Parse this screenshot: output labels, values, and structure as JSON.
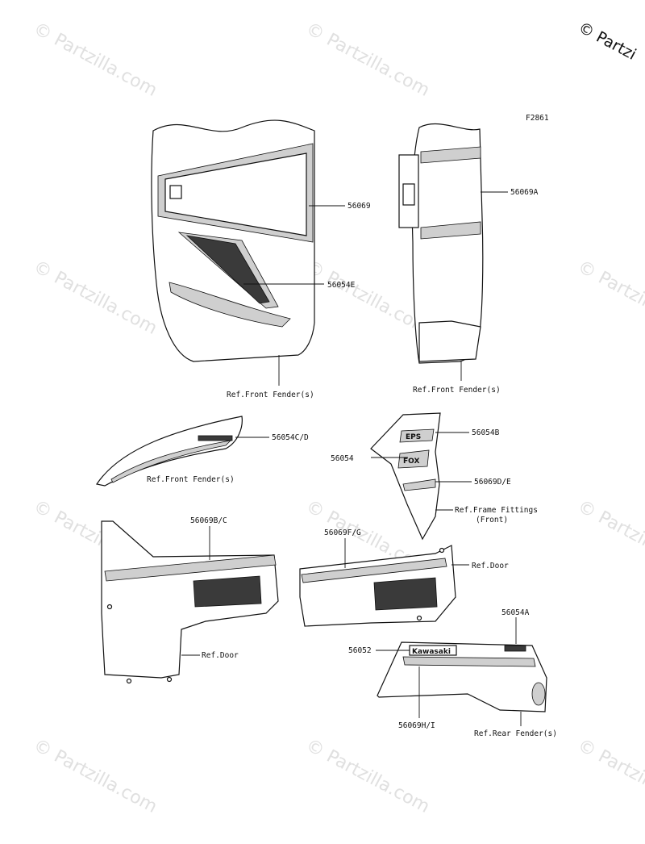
{
  "figure_code": "F2861",
  "watermark": {
    "text": "© Partzilla.com",
    "top_corner_text": "© Partzi"
  },
  "callouts": [
    {
      "id": "c-56069",
      "text": "56069"
    },
    {
      "id": "c-56069A",
      "text": "56069A"
    },
    {
      "id": "c-56054E",
      "text": "56054E"
    },
    {
      "id": "c-56054CD",
      "text": "56054C/D"
    },
    {
      "id": "c-56054B",
      "text": "56054B"
    },
    {
      "id": "c-56054",
      "text": "56054"
    },
    {
      "id": "c-56069DE",
      "text": "56069D/E"
    },
    {
      "id": "c-56069BC",
      "text": "56069B/C"
    },
    {
      "id": "c-56069FG",
      "text": "56069F/G"
    },
    {
      "id": "c-56054A",
      "text": "56054A"
    },
    {
      "id": "c-56052",
      "text": "56052"
    },
    {
      "id": "c-56069HI",
      "text": "56069H/I"
    }
  ],
  "references": {
    "front_fender_1": "Ref.Front Fender(s)",
    "front_fender_2": "Ref.Front Fender(s)",
    "front_fender_3": "Ref.Front Fender(s)",
    "frame_fittings_line1": "Ref.Frame Fittings",
    "frame_fittings_line2": "(Front)",
    "door_1": "Ref.Door",
    "door_2": "Ref.Door",
    "rear_fender": "Ref.Rear Fender(s)"
  },
  "decal_text": {
    "kawasaki": "Kawasaki",
    "eps": "EPS",
    "fox": "FOX"
  }
}
